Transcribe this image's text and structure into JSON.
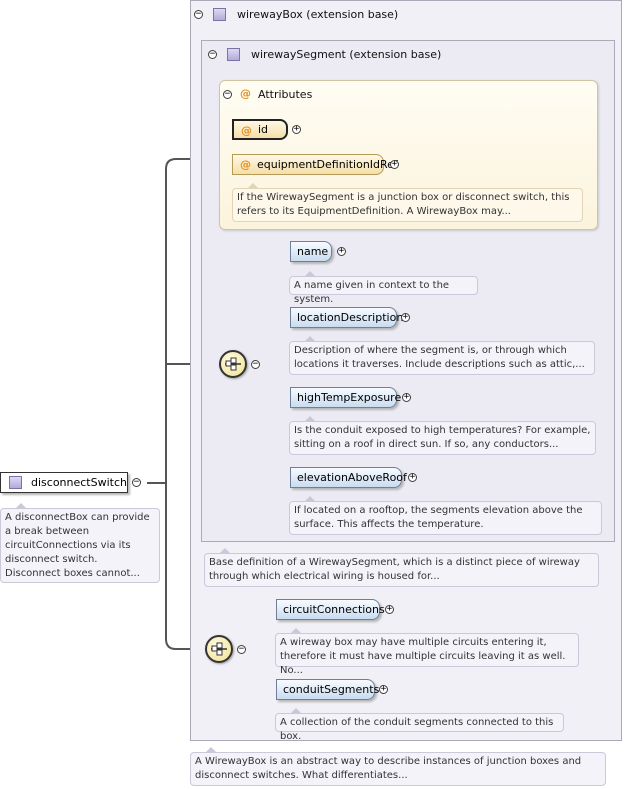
{
  "wireway_box": {
    "label": "wirewayBox (extension base)",
    "note": "A WirewayBox is an abstract way to describe instances of junction boxes and disconnect switches. What differentiates..."
  },
  "wireway_segment": {
    "label": "wirewaySegment (extension base)",
    "note": "Base definition of a WirewaySegment, which is a distinct piece of wireway through which electrical wiring is housed for..."
  },
  "attributes": {
    "label": "Attributes",
    "id_label": "id",
    "equipment_label": "equipmentDefinitionIdRef",
    "equipment_note": "If the WirewaySegment is a junction box or disconnect switch, this refers to its EquipmentDefinition. A WirewayBox may..."
  },
  "segment_elements": [
    {
      "name": "name",
      "note": "A name given in context to the system."
    },
    {
      "name": "locationDescription",
      "note": "Description of where the segment is, or through which locations it traverses. Include descriptions such as attic,..."
    },
    {
      "name": "highTempExposure",
      "note": "Is the conduit exposed to high temperatures? For example, sitting on a roof in direct sun. If so, any conductors..."
    },
    {
      "name": "elevationAboveRoof",
      "note": "If located on a rooftop, the segments elevation above the surface. This affects the temperature."
    }
  ],
  "box_elements": [
    {
      "name": "circuitConnections",
      "note": "A wireway box may have multiple circuits entering it, therefore it must have multiple circuits leaving it as well. No..."
    },
    {
      "name": "conduitSegments",
      "note": "A collection of the conduit segments connected to this box."
    }
  ],
  "root": {
    "label": "disconnectSwitch",
    "note": "A disconnectBox can provide a break between circuitConnections via its disconnect switch. Disconnect boxes cannot..."
  },
  "toggles": {
    "minus": "−",
    "plus": "+"
  }
}
